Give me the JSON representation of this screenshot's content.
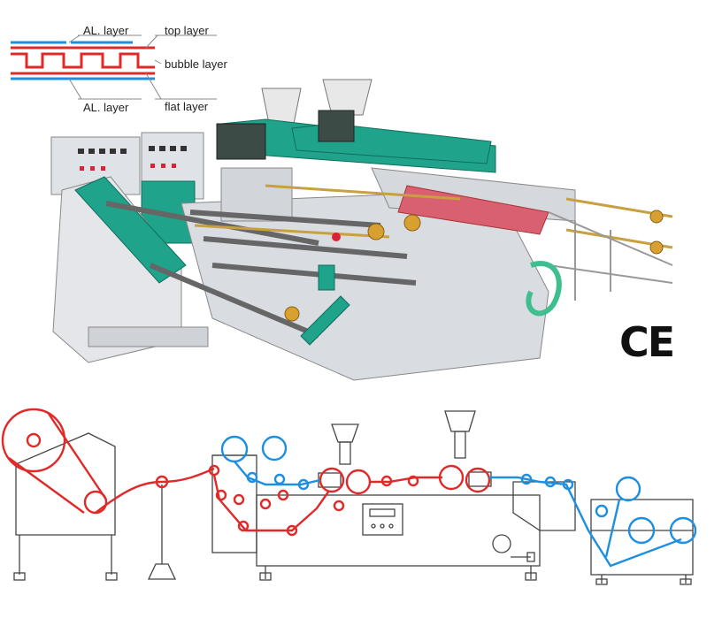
{
  "legend": {
    "label_al_top": "AL. layer",
    "label_top": "top layer",
    "label_bubble": "bubble layer",
    "label_al_bottom": "AL. layer",
    "label_flat": "flat layer"
  },
  "mark": "CE",
  "colors": {
    "red_path": "#e02a2a",
    "blue_path": "#1d8fe0",
    "machine_green": "#1fa38a",
    "machine_frame": "#c9ccd2",
    "line": "#444444"
  }
}
